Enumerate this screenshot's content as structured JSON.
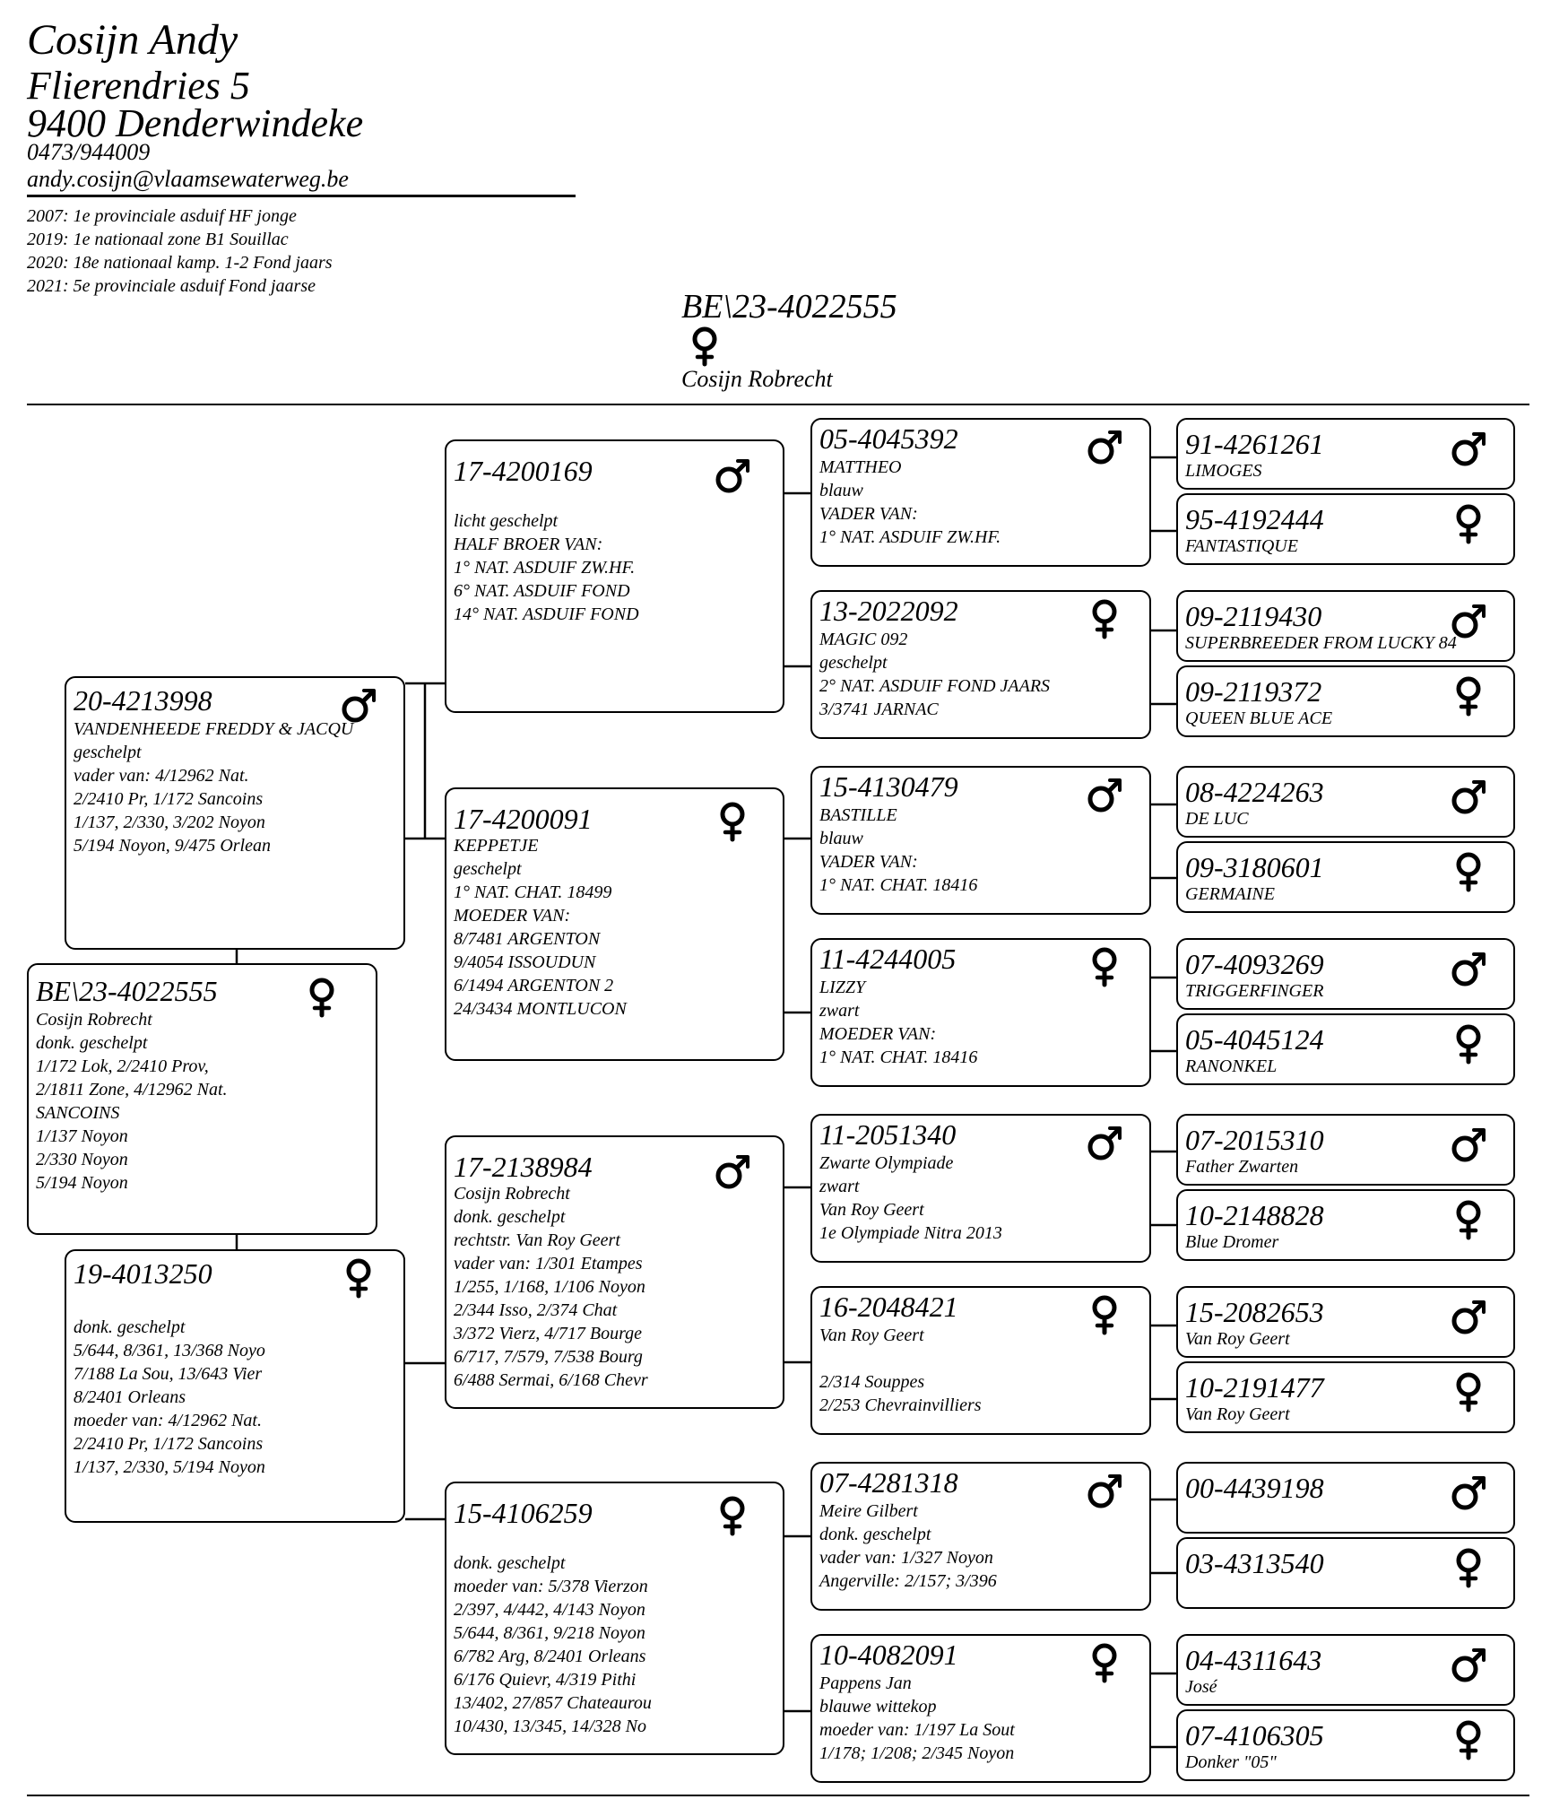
{
  "owner": {
    "name": "Cosijn Andy",
    "street": "Flierendries 5",
    "city": "9400 Denderwindeke",
    "phone": "0473/944009",
    "email": "andy.cosijn@vlaamsewaterweg.be"
  },
  "achievements": [
    "2007: 1e provinciale asduif HF jonge",
    "2019: 1e nationaal zone B1 Souillac",
    "2020: 18e nationaal kamp. 1-2 Fond jaars",
    "2021: 5e provinciale asduif Fond jaarse"
  ],
  "subject": {
    "ring": "BE\\23-4022555",
    "sex": "female",
    "breeder": "Cosijn Robrecht"
  },
  "pedigree": {
    "subject": {
      "ring": "BE\\23-4022555",
      "sex": "female",
      "lines": [
        "Cosijn Robrecht",
        "donk. geschelpt",
        "1/172 Lok, 2/2410 Prov,",
        "2/1811 Zone, 4/12962 Nat.",
        "SANCOINS",
        "1/137 Noyon",
        "2/330 Noyon",
        "5/194 Noyon"
      ]
    },
    "sire": {
      "ring": "20-4213998",
      "sex": "male",
      "lines": [
        "VANDENHEEDE FREDDY & JACQU",
        "geschelpt",
        "vader van: 4/12962 Nat.",
        "2/2410 Pr, 1/172 Sancoins",
        "1/137, 2/330, 3/202 Noyon",
        "5/194 Noyon, 9/475 Orlean"
      ]
    },
    "dam": {
      "ring": "19-4013250",
      "sex": "female",
      "lines": [
        "donk. geschelpt",
        "5/644, 8/361, 13/368 Noyo",
        "7/188 La Sou, 13/643 Vier",
        "8/2401 Orleans",
        "moeder van: 4/12962 Nat.",
        "2/2410 Pr, 1/172 Sancoins",
        "1/137, 2/330, 5/194 Noyon"
      ]
    },
    "grandparents": [
      {
        "ring": "17-4200169",
        "sex": "male",
        "lines": [
          "licht geschelpt",
          "HALF BROER VAN:",
          "1° NAT. ASDUIF ZW.HF.",
          "6° NAT. ASDUIF FOND",
          "14° NAT. ASDUIF FOND"
        ]
      },
      {
        "ring": "17-4200091",
        "sex": "female",
        "lines": [
          "KEPPETJE",
          "geschelpt",
          "1° NAT. CHAT. 18499",
          "MOEDER VAN:",
          "8/7481 ARGENTON",
          "9/4054 ISSOUDUN",
          "6/1494 ARGENTON 2",
          "24/3434 MONTLUCON"
        ]
      },
      {
        "ring": "17-2138984",
        "sex": "male",
        "lines": [
          "Cosijn Robrecht",
          "donk. geschelpt",
          "rechtstr. Van Roy Geert",
          "vader van: 1/301 Etampes",
          "1/255, 1/168, 1/106 Noyon",
          "2/344 Isso, 2/374 Chat",
          "3/372 Vierz, 4/717 Bourge",
          "6/717, 7/579, 7/538 Bourg",
          "6/488 Sermai, 6/168 Chevr"
        ]
      },
      {
        "ring": "15-4106259",
        "sex": "female",
        "lines": [
          "donk. geschelpt",
          "moeder van: 5/378 Vierzon",
          "2/397, 4/442, 4/143 Noyon",
          "5/644, 8/361, 9/218 Noyon",
          "6/782 Arg, 8/2401 Orleans",
          "6/176 Quievr, 4/319 Pithi",
          "13/402, 27/857 Chateaurou",
          "10/430, 13/345, 14/328 No"
        ]
      }
    ],
    "great_grandparents": [
      {
        "ring": "05-4045392",
        "sex": "male",
        "lines": [
          "MATTHEO",
          "blauw",
          "VADER VAN:",
          "1° NAT. ASDUIF ZW.HF."
        ]
      },
      {
        "ring": "13-2022092",
        "sex": "female",
        "lines": [
          "MAGIC 092",
          "geschelpt",
          "2° NAT. ASDUIF FOND JAARS",
          "3/3741 JARNAC"
        ]
      },
      {
        "ring": "15-4130479",
        "sex": "male",
        "lines": [
          "BASTILLE",
          "blauw",
          "VADER VAN:",
          "1° NAT. CHAT. 18416"
        ]
      },
      {
        "ring": "11-4244005",
        "sex": "female",
        "lines": [
          "LIZZY",
          "zwart",
          "MOEDER VAN:",
          "1° NAT. CHAT. 18416"
        ]
      },
      {
        "ring": "11-2051340",
        "sex": "male",
        "lines": [
          "Zwarte Olympiade",
          "zwart",
          "Van Roy Geert",
          "1e Olympiade Nitra 2013"
        ]
      },
      {
        "ring": "16-2048421",
        "sex": "female",
        "lines": [
          "Van Roy Geert",
          "",
          "2/314 Souppes",
          "2/253 Chevrainvilliers"
        ]
      },
      {
        "ring": "07-4281318",
        "sex": "male",
        "lines": [
          "Meire Gilbert",
          "donk. geschelpt",
          "vader van: 1/327 Noyon",
          "Angerville: 2/157; 3/396"
        ]
      },
      {
        "ring": "10-4082091",
        "sex": "female",
        "lines": [
          "Pappens Jan",
          "blauwe wittekop",
          "moeder van: 1/197 La Sout",
          "1/178; 1/208; 2/345 Noyon"
        ]
      }
    ],
    "great_great_grandparents": [
      {
        "ring": "91-4261261",
        "sex": "male",
        "name": "LIMOGES"
      },
      {
        "ring": "95-4192444",
        "sex": "female",
        "name": "FANTASTIQUE"
      },
      {
        "ring": "09-2119430",
        "sex": "male",
        "name": "SUPERBREEDER FROM LUCKY 84"
      },
      {
        "ring": "09-2119372",
        "sex": "female",
        "name": "QUEEN BLUE ACE"
      },
      {
        "ring": "08-4224263",
        "sex": "male",
        "name": "DE LUC"
      },
      {
        "ring": "09-3180601",
        "sex": "female",
        "name": "GERMAINE"
      },
      {
        "ring": "07-4093269",
        "sex": "male",
        "name": "TRIGGERFINGER"
      },
      {
        "ring": "05-4045124",
        "sex": "female",
        "name": "RANONKEL"
      },
      {
        "ring": "07-2015310",
        "sex": "male",
        "name": "Father Zwarten"
      },
      {
        "ring": "10-2148828",
        "sex": "female",
        "name": "Blue Dromer"
      },
      {
        "ring": "15-2082653",
        "sex": "male",
        "name": "Van Roy Geert"
      },
      {
        "ring": "10-2191477",
        "sex": "female",
        "name": "Van Roy Geert"
      },
      {
        "ring": "00-4439198",
        "sex": "male",
        "name": ""
      },
      {
        "ring": "03-4313540",
        "sex": "female",
        "name": ""
      },
      {
        "ring": "04-4311643",
        "sex": "male",
        "name": "José"
      },
      {
        "ring": "07-4106305",
        "sex": "female",
        "name": "Donker \"05\""
      }
    ]
  }
}
